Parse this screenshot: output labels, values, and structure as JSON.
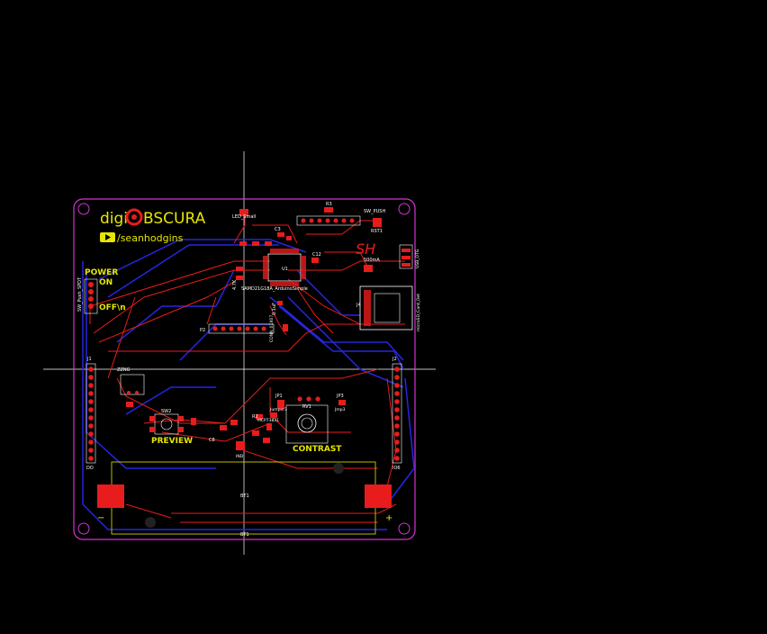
{
  "board": {
    "logo_prefix": "digi",
    "logo_suffix": "BSCURA",
    "social_handle": "/seanhodgins",
    "initials": "SH"
  },
  "labels": {
    "power": "POWER",
    "on": "ON",
    "off": "OFF\\n",
    "preview": "PREVIEW",
    "contrast": "CONTRAST",
    "sw_power_ref": "SW_Push_SPDT",
    "sw_push": "SW_PUSH",
    "rst": "RST1",
    "mcu": "SAMD21G18A_ArduinoSimple",
    "mcu_ref": "U1",
    "led": "LED_Small",
    "fuse": "500mA",
    "sd": "microSD_Card_Det",
    "bt1": "BT1",
    "bt1_bottom": "BT1",
    "sw2": "SW2",
    "rv1": "RV1",
    "jp1": "JP1",
    "jp3": "JP3",
    "jumper1": "Jumper3",
    "jumper3": "Jmp3",
    "r3": "R3",
    "c3": "C3",
    "c12": "C12",
    "j4": "J4",
    "p2": "P2",
    "usb": "USB_OTG",
    "conn_left": "J1",
    "conn_right": "J2",
    "conn_bot_left": "DO",
    "conn_bot_right": "IO6",
    "r2": "R2",
    "c8": "C8",
    "mcp": "MCP73831",
    "val1": "4.7K",
    "val2": "0.1uF",
    "ind": "IND",
    "conn": "CONN_01X07",
    "zero": "ZZNG"
  },
  "colors": {
    "background": "#000000",
    "board_edge": "#d633d6",
    "front_copper": "#e81c1c",
    "back_copper": "#2626e0",
    "silkscreen": "#e6e600",
    "reference": "#ffffff",
    "pad": "#e81c1c"
  }
}
